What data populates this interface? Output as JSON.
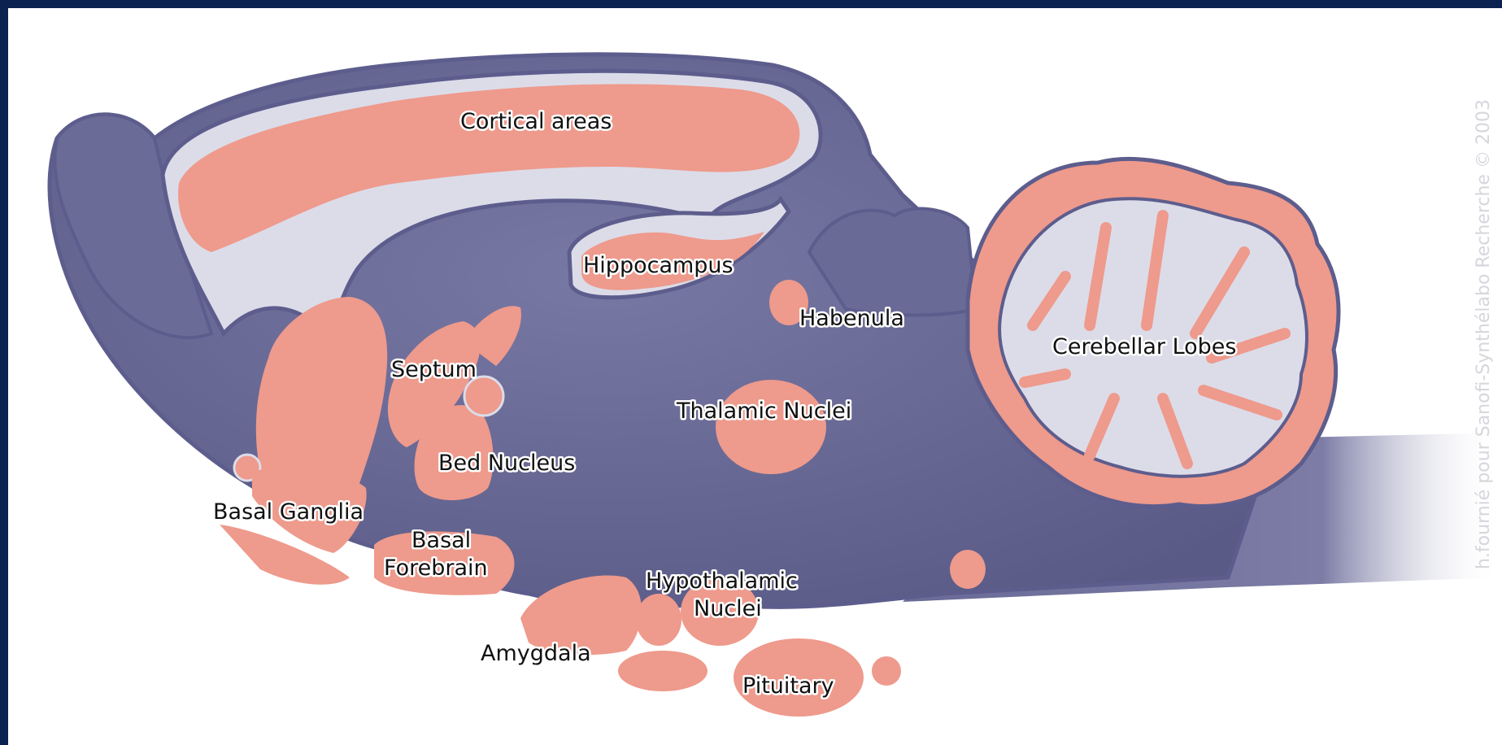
{
  "diagram": {
    "labels": {
      "cortical_areas": "Cortical areas",
      "hippocampus": "Hippocampus",
      "habenula": "Habenula",
      "cerebellar_lobes": "Cerebellar Lobes",
      "septum": "Septum",
      "thalamic_nuclei": "Thalamic Nuclei",
      "bed_nucleus": "Bed Nucleus",
      "basal_ganglia": "Basal Ganglia",
      "basal_forebrain_line1": "Basal",
      "basal_forebrain_line2": "Forebrain",
      "hypothalamic_nuclei_line1": "Hypothalamic",
      "hypothalamic_nuclei_line2": "Nuclei",
      "amygdala": "Amygdala",
      "pituitary": "Pituitary"
    },
    "credit": "h.fournié pour Sanofi-Synthélabo Recherche © 2003"
  },
  "colors": {
    "frame": "#0b2150",
    "tissue": "#6f6f9c",
    "tissue_dark": "#55557e",
    "tissue_light": "#dcdce9",
    "outline": "#5d5d8d",
    "region": "#ee9a8c"
  }
}
